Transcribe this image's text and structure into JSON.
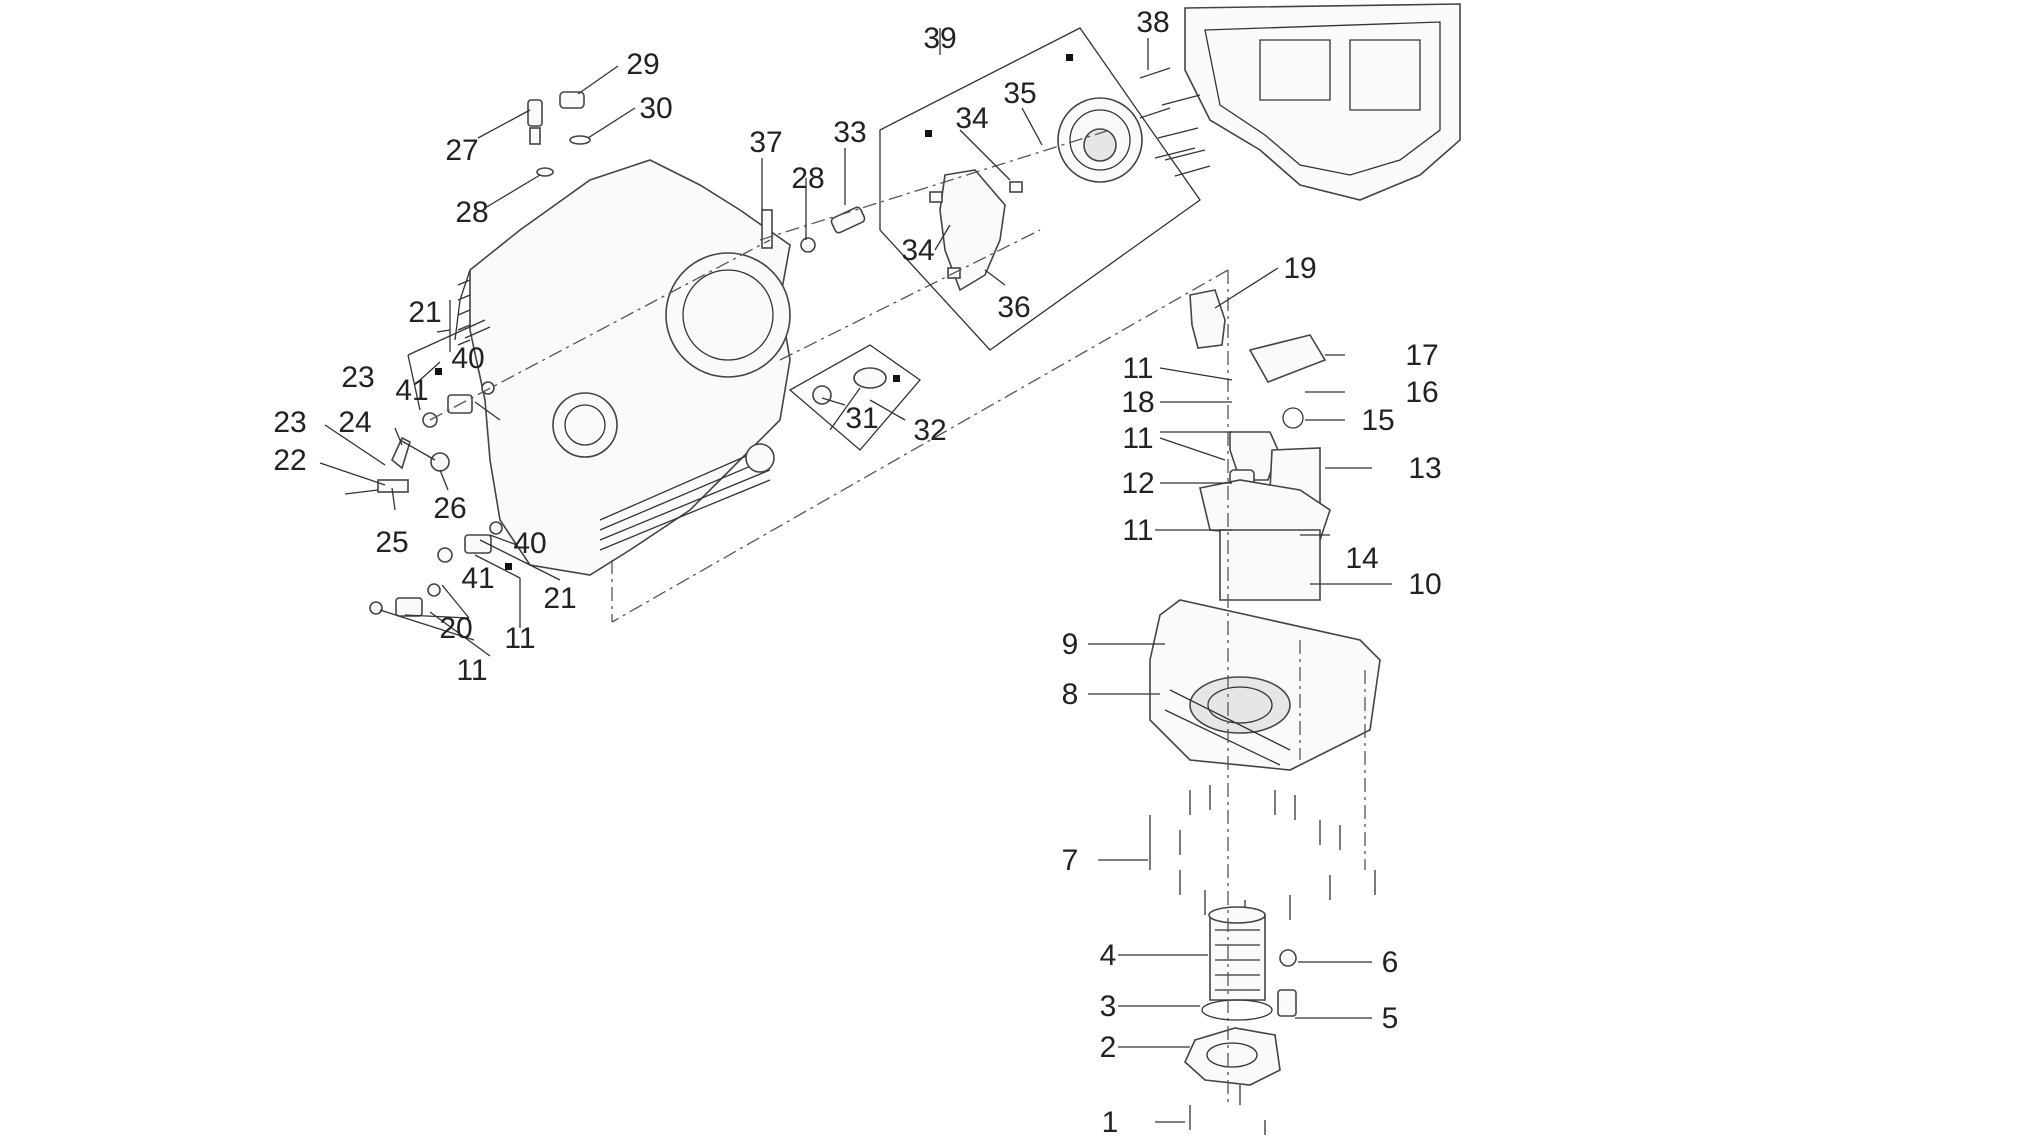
{
  "labels": {
    "l1": "1",
    "l2": "2",
    "l3": "3",
    "l4": "4",
    "l5": "5",
    "l6": "6",
    "l7": "7",
    "l8": "8",
    "l9": "9",
    "l10": "10",
    "l11a": "11",
    "l11b": "11",
    "l11c": "11",
    "l11d": "11",
    "l11e": "11",
    "l12": "12",
    "l13": "13",
    "l14": "14",
    "l15": "15",
    "l16": "16",
    "l17": "17",
    "l18": "18",
    "l19": "19",
    "l20": "20",
    "l21a": "21",
    "l21b": "21",
    "l22": "22",
    "l23a": "23",
    "l23b": "23",
    "l24": "24",
    "l25": "25",
    "l26": "26",
    "l27": "27",
    "l28a": "28",
    "l28b": "28",
    "l29": "29",
    "l30": "30",
    "l31": "31",
    "l32": "32",
    "l33": "33",
    "l34a": "34",
    "l34b": "34",
    "l35": "35",
    "l36": "36",
    "l37": "37",
    "l38": "38",
    "l39": "39",
    "l40a": "40",
    "l40b": "40",
    "l41a": "41",
    "l41b": "41"
  },
  "colors": {
    "line": "#333333",
    "text": "#222222",
    "background": "#ffffff"
  }
}
